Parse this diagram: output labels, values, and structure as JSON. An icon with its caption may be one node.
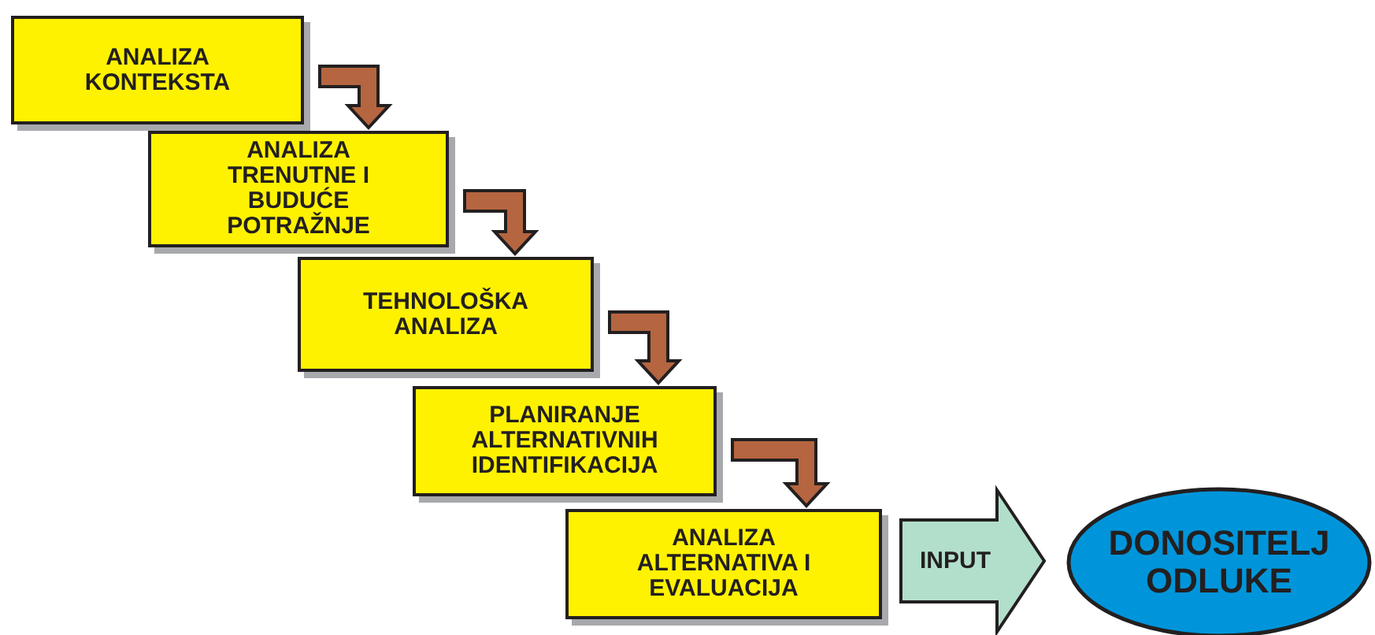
{
  "diagram": {
    "nodes": [
      {
        "text": [
          "ANALIZA KONTEKSTA"
        ]
      },
      {
        "text": [
          "ANALIZA TRENUTNE I BUDUĆE POTRAŽNJE"
        ]
      },
      {
        "text": [
          "TEHNOLOŠKA ANALIZA"
        ]
      },
      {
        "text": [
          "PLANIRANJE ALTERNATIVNIH IDENTIFIKACIJA"
        ]
      },
      {
        "text": [
          "ANALIZA ALTERNATIVA I EVALUACIJA"
        ]
      },
      {
        "text": [
          "DONOSITELJ ODLUKE"
        ]
      }
    ],
    "edges": [
      {
        "from": 0,
        "to": 1,
        "arrow": "to"
      },
      {
        "from": 1,
        "to": 2,
        "arrow": "to"
      },
      {
        "from": 2,
        "to": 3,
        "arrow": "to"
      },
      {
        "from": 3,
        "to": 4,
        "arrow": "to"
      },
      {
        "from": 4,
        "to": 5,
        "arrow": "to",
        "label": "INPUT",
        "style": "thick"
      }
    ]
  }
}
